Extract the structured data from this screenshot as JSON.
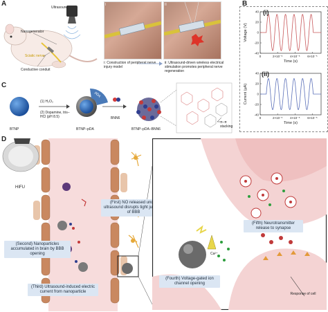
{
  "panels": {
    "A": "A",
    "B": "B",
    "C": "C",
    "D": "D"
  },
  "panel_a": {
    "ultrasound": "Ultrasound",
    "nanogenerator": "Nanogenerator",
    "sciatic_nerve": "Sciatic nerve",
    "conductive_conduit": "Conductive conduit",
    "img1_numeral": "I",
    "img2_numeral": "II",
    "caption1": "Ⅰ: Construction of peripheral nerve injury model",
    "caption2": "Ⅱ: Ultrasound-driven wireless electrical stimulation promotes peripheral nerve regeneration"
  },
  "panel_b": {
    "plot_i_label": "(i)",
    "plot_ii_label": "(ii)"
  },
  "chart_data": [
    {
      "type": "line",
      "ylabel": "Voltage (V)",
      "xlabel": "Time (s)",
      "xticks": [
        "0",
        "2×10⁻⁵",
        "4×10⁻⁵",
        "6×10⁻⁵"
      ],
      "yticks": [
        "-40",
        "-20",
        "0",
        "20",
        "40"
      ],
      "xlim": [
        0,
        7e-05
      ],
      "ylim": [
        -40,
        40
      ],
      "color": "#c8575a",
      "signal": {
        "start": 7e-06,
        "end": 6.1e-05,
        "amplitude": 35,
        "cycles": 5.5
      }
    },
    {
      "type": "line",
      "ylabel": "Current (μA)",
      "xlabel": "Time (s)",
      "xticks": [
        "0",
        "2×10⁻⁵",
        "4×10⁻⁵",
        "6×10⁻⁵"
      ],
      "yticks": [
        "-40",
        "-20",
        "0",
        "20",
        "40"
      ],
      "xlim": [
        0,
        7e-05
      ],
      "ylim": [
        -40,
        40
      ],
      "color": "#5a6fb8",
      "signal": {
        "start": 7e-06,
        "end": 6.1e-05,
        "amplitude": 30,
        "cycles": 5.5
      }
    }
  ],
  "panel_c": {
    "btnp": "BTNP",
    "step1": "(1) H₂O₂",
    "step2": "(2) Dopamine, tris–HCl (pH 8.5)",
    "btnp_pda": "BTNP–pDA",
    "bnn6": "BNN6",
    "btnp_pda_bnn6": "BTNP–pDA–BNN6",
    "pi_stacking": "π–π stacking",
    "pda_tag": "pDA"
  },
  "panel_d": {
    "hifu": "HIFU",
    "first": "(First) NO released under ultrasound disrupts tight junction of BBB",
    "second": "(Second) Nanoparticles accumulated in brain by BBB opening",
    "third": "(Third) Ultrasound-induced electric current from nanoparticle",
    "fourth": "(Fourth) Voltage-gated ion channel opening",
    "fifth": "(Fifth) Neurotransmitter release to synapse",
    "ca": "Ca²⁺",
    "response": "Response of cell"
  }
}
